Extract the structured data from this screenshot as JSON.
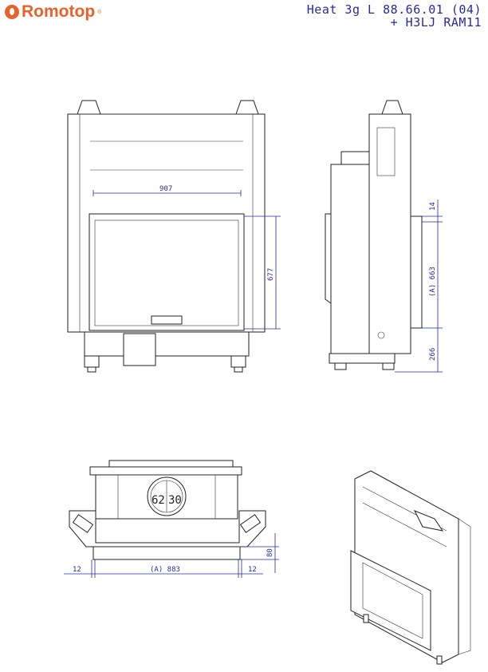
{
  "brand": {
    "name": "Romotop",
    "registered": "®"
  },
  "title": {
    "line1": "Heat 3g L 88.66.01 (04)",
    "line2": "+ H3LJ RAM11"
  },
  "dimensions": {
    "front_width": "907",
    "front_height": "677",
    "side_top": "14",
    "side_opening": "(A) 663",
    "side_base": "266",
    "flue_left": "62",
    "flue_right": "30",
    "plan_depth": "80",
    "plan_left": "12",
    "plan_width": "(A) 883",
    "plan_right": "12"
  },
  "colors": {
    "brand": "#e8622a",
    "dimension": "#2a2aa0"
  }
}
